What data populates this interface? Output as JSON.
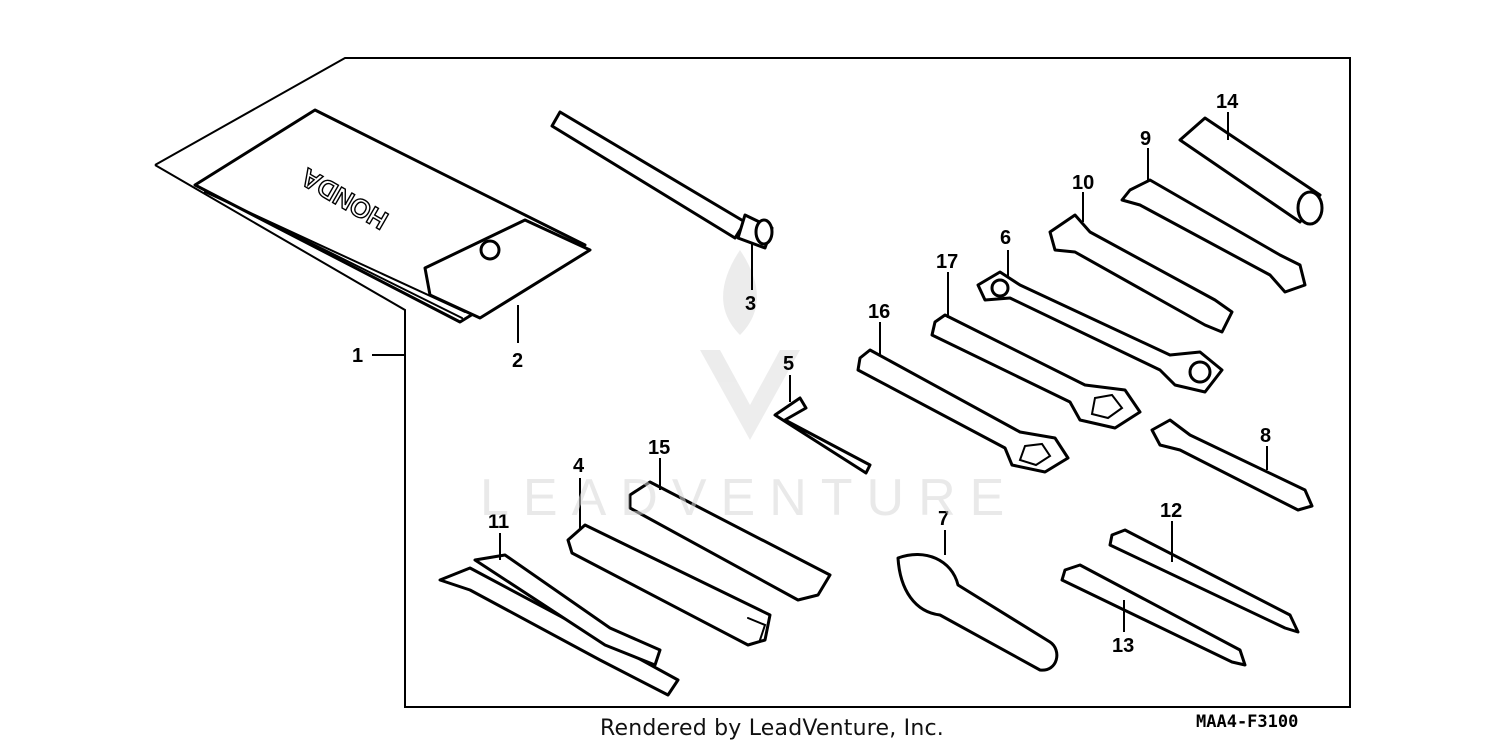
{
  "watermark": {
    "text": "LEADVENTURE"
  },
  "pouch_brand": "HONDA",
  "parts": [
    {
      "id": "part-1",
      "label": "1"
    },
    {
      "id": "part-2",
      "label": "2"
    },
    {
      "id": "part-3",
      "label": "3"
    },
    {
      "id": "part-4",
      "label": "4"
    },
    {
      "id": "part-5",
      "label": "5"
    },
    {
      "id": "part-6",
      "label": "6"
    },
    {
      "id": "part-7",
      "label": "7"
    },
    {
      "id": "part-8",
      "label": "8"
    },
    {
      "id": "part-9",
      "label": "9"
    },
    {
      "id": "part-10",
      "label": "10"
    },
    {
      "id": "part-11",
      "label": "11"
    },
    {
      "id": "part-12",
      "label": "12"
    },
    {
      "id": "part-13",
      "label": "13"
    },
    {
      "id": "part-14",
      "label": "14"
    },
    {
      "id": "part-15",
      "label": "15"
    },
    {
      "id": "part-16",
      "label": "16"
    },
    {
      "id": "part-17",
      "label": "17"
    }
  ],
  "footer": {
    "credit": "Rendered by LeadVenture, Inc.",
    "figure_code": "MAA4-F3100"
  },
  "colors": {
    "line": "#000000",
    "background": "#ffffff",
    "watermark": "#d8d8d8"
  }
}
